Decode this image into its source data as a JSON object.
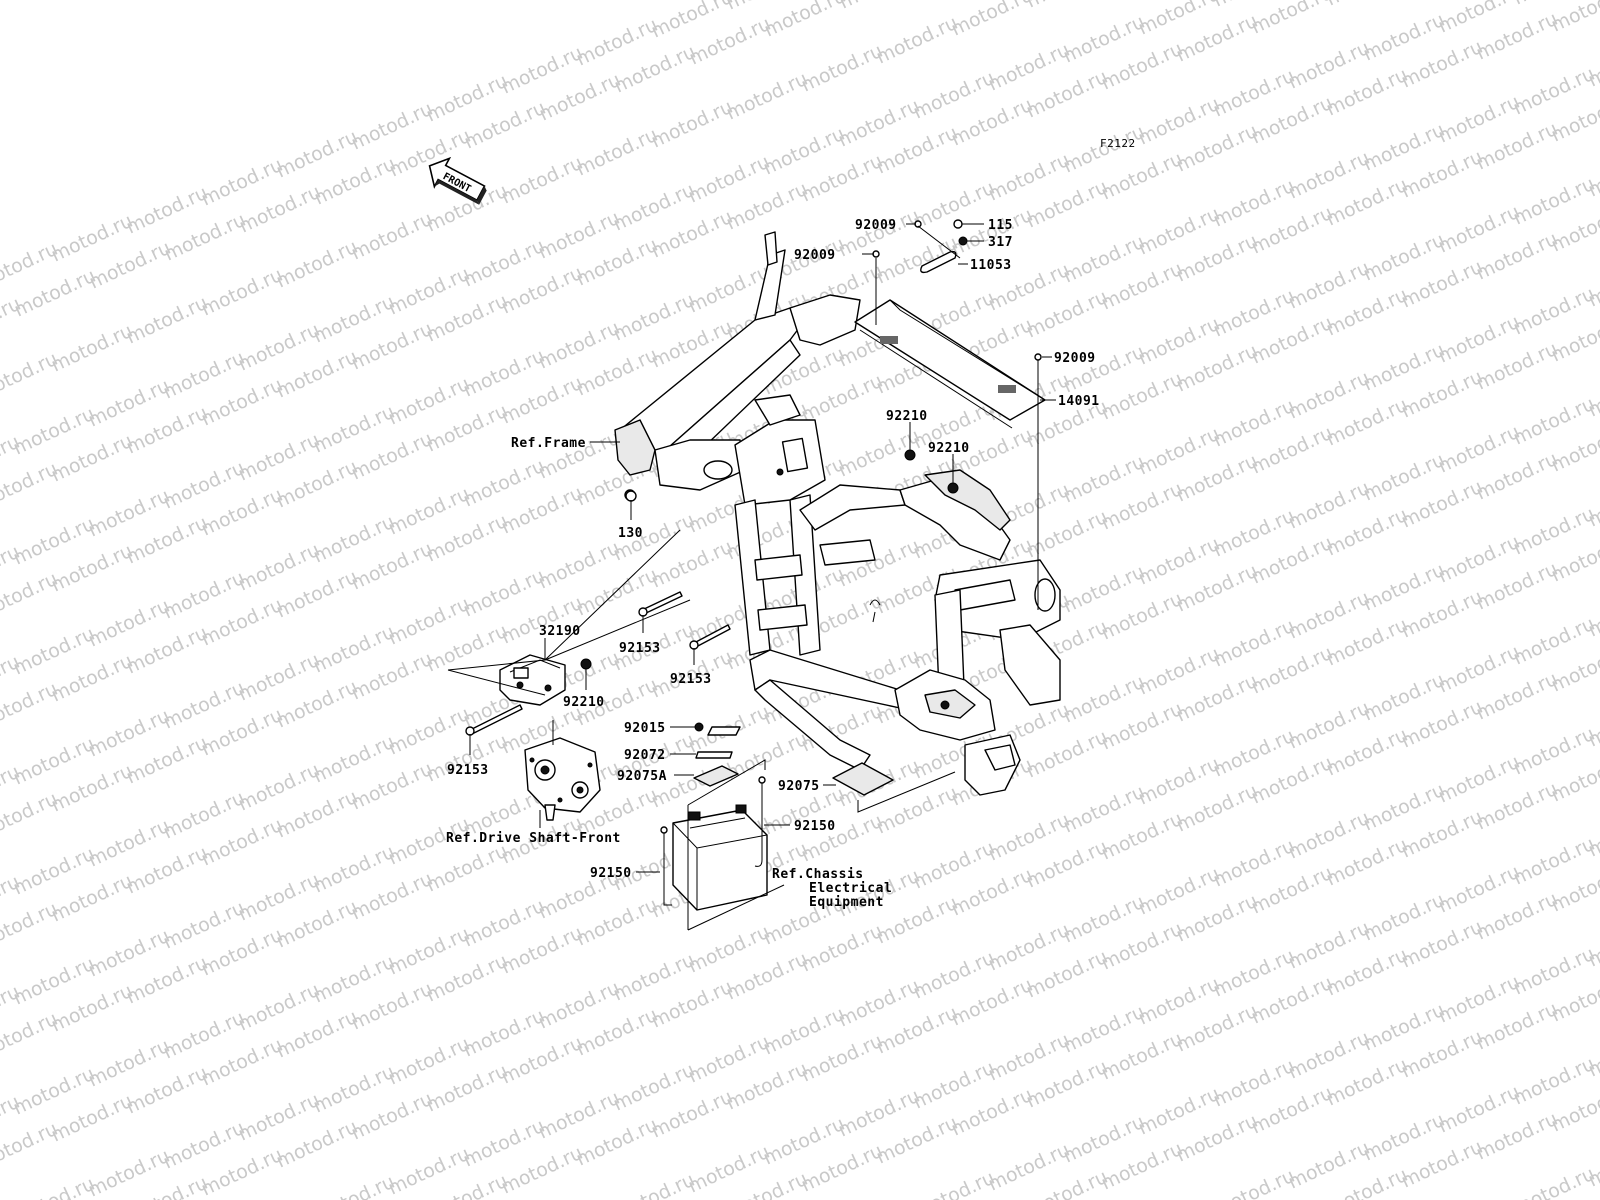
{
  "diagram_code": "F2122",
  "front_arrow_text": "FRONT",
  "watermark": "motod.ru",
  "labels": {
    "p92009a": "92009",
    "p115": "115",
    "p317": "317",
    "p92009b": "92009",
    "p11053": "11053",
    "p92009c": "92009",
    "p14091": "14091",
    "ref_frame": "Ref.Frame",
    "p92210a": "92210",
    "p92210b": "92210",
    "p130": "130",
    "p32190": "32190",
    "p92153a": "92153",
    "p92153b": "92153",
    "p92210c": "92210",
    "p92153c": "92153",
    "p92015": "92015",
    "p92072": "92072",
    "p92075a": "92075A",
    "p92075": "92075",
    "p92150a": "92150",
    "p92150b": "92150",
    "ref_drive_shaft": "Ref.Drive Shaft-Front",
    "ref_chassis_1": "Ref.Chassis",
    "ref_chassis_2": "Electrical",
    "ref_chassis_3": "Equipment"
  }
}
